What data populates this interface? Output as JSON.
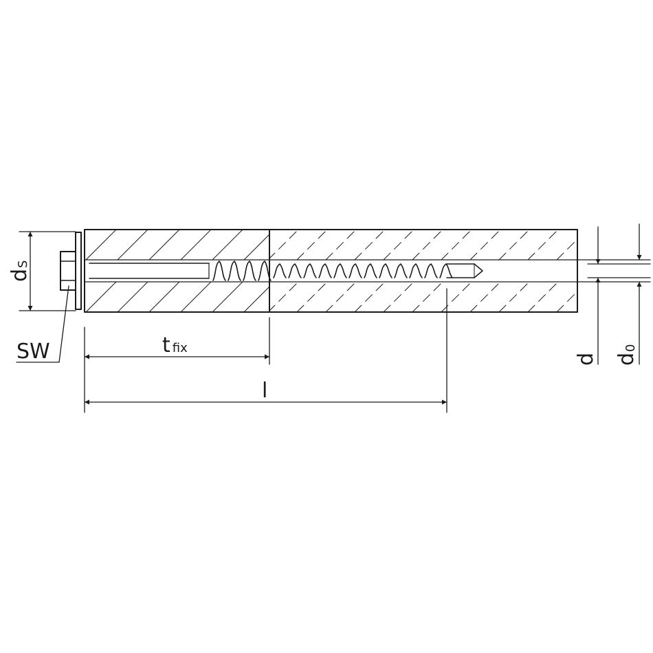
{
  "labels": {
    "ds_main": "d",
    "ds_sub": "S",
    "sw": "SW",
    "tfix_main": "t",
    "tfix_sub": "fix",
    "l": "l",
    "d": "d",
    "d0_main": "d",
    "d0_sub": "0"
  },
  "colors": {
    "line": "#1a1a1a",
    "background": "#ffffff"
  }
}
